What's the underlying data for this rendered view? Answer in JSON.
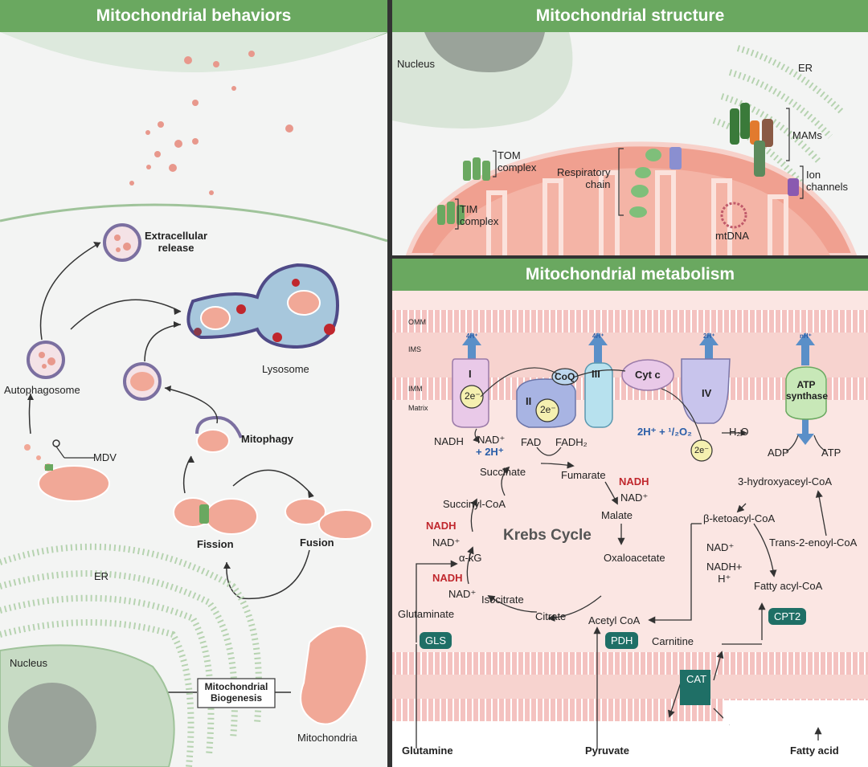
{
  "behaviors": {
    "title": "Mitochondrial behaviors",
    "extracellular_release": "Extracellular\nrelease",
    "lysosome": "Lysosome",
    "autophagosome": "Autophagosome",
    "mdv": "MDV",
    "mitophagy": "Mitophagy",
    "fission": "Fission",
    "fusion": "Fusion",
    "er": "ER",
    "nucleus": "Nucleus",
    "biogenesis": "Mitochondrial\nBiogenesis",
    "mitochondria": "Mitochondria"
  },
  "structure": {
    "title": "Mitochondrial structure",
    "nucleus": "Nucleus",
    "er": "ER",
    "tom": "TOM\ncomplex",
    "tim": "TIM\ncomplex",
    "respiratory_chain": "Respiratory\nchain",
    "mams": "MAMs",
    "ion_channels": "Ion\nchannels",
    "mtdna": "mtDNA"
  },
  "metabolism": {
    "title": "Mitochondrial metabolism",
    "omm": "OMM",
    "ims": "IMS",
    "imm": "IMM",
    "matrix": "Matrix",
    "complex_I": "I",
    "complex_II": "II",
    "complex_III": "III",
    "complex_IV": "IV",
    "coq": "CoQ",
    "cytc": "Cyt c",
    "atp_synthase": "ATP\nsynthase",
    "e2": "2e⁻",
    "h4_a": "4H⁺",
    "h4_b": "4H⁺",
    "h2": "2H⁺",
    "nh": "nH⁺",
    "nadh": "NADH",
    "nad_plus": "NAD⁺",
    "plus_2h": "+ 2H⁺",
    "fad": "FAD",
    "fadh2": "FADH₂",
    "water_eq": "2H⁺ + ¹/₂O₂",
    "h2o": "H₂O",
    "adp": "ADP",
    "atp": "ATP",
    "krebs": "Krebs Cycle",
    "succinate": "Succinate",
    "fumarate": "Fumarate",
    "malate": "Malate",
    "oxaloacetate": "Oxaloacetate",
    "citrate": "Citrate",
    "isocitrate": "Isocitrate",
    "akg": "α-kG",
    "succinyl_coa": "Succinyl-CoA",
    "acetyl_coa": "Acetyl CoA",
    "glutaminate": "Glutaminate",
    "gls": "GLS",
    "pdh": "PDH",
    "cpt2": "CPT2",
    "cat": "CAT",
    "carnitine": "Carnitine",
    "hydroxy": "3-hydroxyaceyl-CoA",
    "ketoacyl": "β-ketoacyl-CoA",
    "trans_enoyl": "Trans-2-enoyl-CoA",
    "fatty_acyl": "Fatty acyl-CoA",
    "nadh_h": "NADH+\nH⁺",
    "glutamine": "Glutamine",
    "pyruvate": "Pyruvate",
    "fatty_acid": "Fatty acid"
  }
}
